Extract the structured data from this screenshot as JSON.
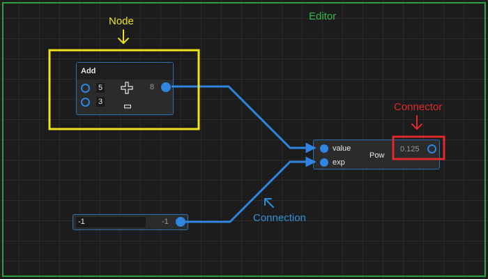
{
  "annotations": {
    "editor": "Editor",
    "node": "Node",
    "connector": "Connector",
    "connection": "Connection"
  },
  "colors": {
    "editor_frame": "#2aa040",
    "node_highlight": "#f2e21a",
    "connector_highlight": "#e02b2b",
    "connection_highlight": "#2d91d8",
    "wire": "#2f86e2"
  },
  "nodes": {
    "add": {
      "title": "Add",
      "inputs": [
        "5",
        "3"
      ],
      "output": "8",
      "icons": [
        "plus-icon",
        "minus-icon"
      ]
    },
    "pow": {
      "title": "Pow",
      "inputs": [
        "value",
        "exp"
      ],
      "output": "0.125"
    },
    "constant": {
      "value": "-1",
      "output": "-1"
    }
  }
}
